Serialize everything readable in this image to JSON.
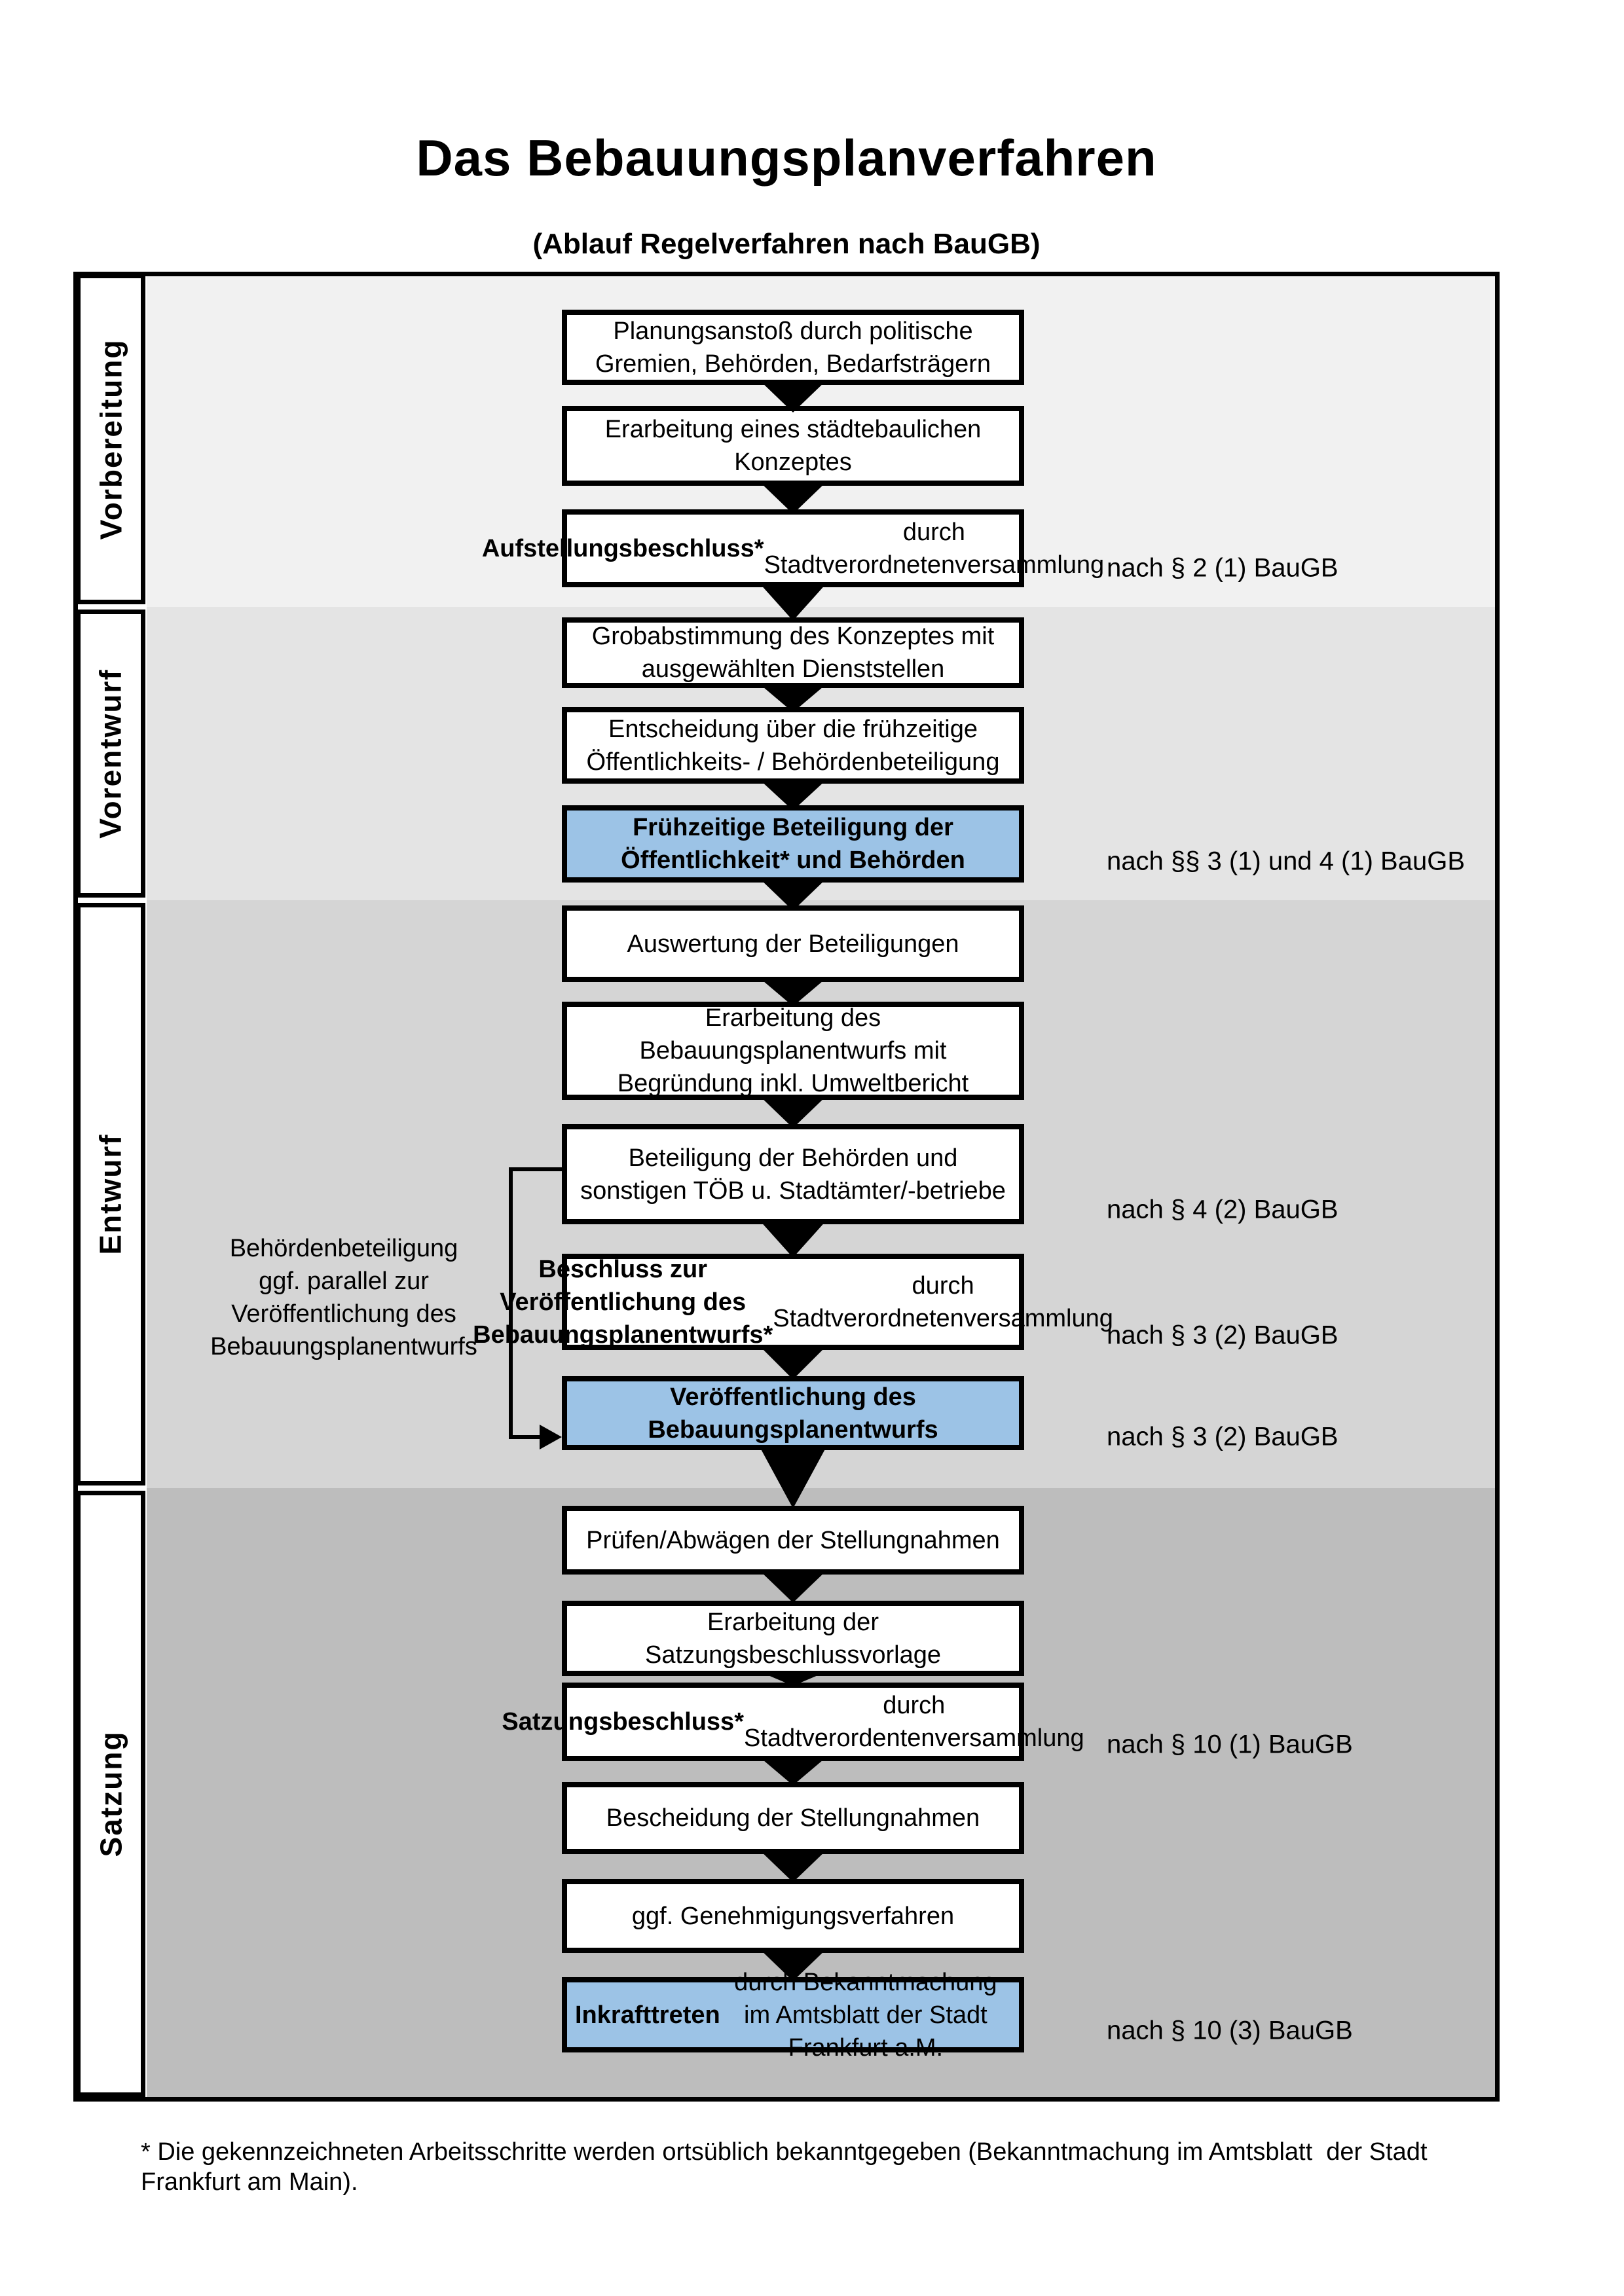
{
  "title": "Das Bebauungsplanverfahren",
  "subtitle": "(Ablauf Regelverfahren nach BauGB)",
  "phases": [
    {
      "label": "Vorbereitung"
    },
    {
      "label": "Vorentwurf"
    },
    {
      "label": "Entwurf"
    },
    {
      "label": "Satzung"
    }
  ],
  "boxes": [
    {
      "bold": "",
      "rest": "Planungsanstoß durch politische\nGremien, Behörden, Bedarfsträgern",
      "highlighted": false
    },
    {
      "bold": "",
      "rest": "Erarbeitung eines städtebaulichen\nKonzeptes",
      "highlighted": false
    },
    {
      "bold": "Aufstellungsbeschluss*",
      "rest": " durch\nStadtverordnetenversammlung",
      "highlighted": false
    },
    {
      "bold": "",
      "rest": "Grobabstimmung des Konzeptes mit\nausgewählten Dienststellen",
      "highlighted": false
    },
    {
      "bold": "",
      "rest": "Entscheidung über die frühzeitige\nÖffentlichkeits- / Behördenbeteiligung",
      "highlighted": false
    },
    {
      "bold": "Frühzeitige Beteiligung der\nÖffentlichkeit* und Behörden",
      "rest": "",
      "highlighted": true
    },
    {
      "bold": "",
      "rest": "Auswertung der Beteiligungen",
      "highlighted": false
    },
    {
      "bold": "",
      "rest": "Erarbeitung des\nBebauungsplanentwurfs mit\nBegründung inkl. Umweltbericht",
      "highlighted": false
    },
    {
      "bold": "",
      "rest": "Beteiligung der Behörden und\nsonstigen TÖB u. Stadtämter/-betriebe",
      "highlighted": false
    },
    {
      "bold": "Beschluss zur Veröffentlichung des\nBebauungsplanentwurfs*",
      "rest": " durch\nStadtverordnetenversammlung",
      "highlighted": false
    },
    {
      "bold": "Veröffentlichung des\nBebauungsplanentwurfs",
      "rest": "",
      "highlighted": true
    },
    {
      "bold": "",
      "rest": "Prüfen/Abwägen der Stellungnahmen",
      "highlighted": false
    },
    {
      "bold": "",
      "rest": "Erarbeitung der\nSatzungsbeschlussvorlage",
      "highlighted": false
    },
    {
      "bold": "Satzungsbeschluss*",
      "rest": " durch\nStadtverordentenversammlung",
      "highlighted": false
    },
    {
      "bold": "",
      "rest": "Bescheidung der Stellungnahmen",
      "highlighted": false
    },
    {
      "bold": "",
      "rest": "ggf. Genehmigungsverfahren",
      "highlighted": false
    },
    {
      "bold": "Inkrafttreten",
      "rest": " durch Bekanntmachung\nim Amtsblatt der Stadt Frankfurt a.M.",
      "highlighted": true
    }
  ],
  "notes": [
    {
      "text": "nach § 2 (1) BauGB"
    },
    {
      "text": "nach §§ 3 (1) und 4 (1) BauGB"
    },
    {
      "text": "nach § 4 (2) BauGB"
    },
    {
      "text": "nach § 3 (2) BauGB"
    },
    {
      "text": "nach § 3 (2) BauGB"
    },
    {
      "text": "nach § 10 (1) BauGB"
    },
    {
      "text": "nach § 10 (3) BauGB"
    }
  ],
  "side_annotation": "Behördenbeteiligung\nggf. parallel zur\nVeröffentlichung des\nBebauungsplanentwurfs",
  "footnote": "* Die gekennzeichneten Arbeitsschritte werden ortsüblich bekanntgegeben (Bekanntmachung im Amtsblatt  der Stadt\nFrankfurt am Main).",
  "colors": {
    "highlight": "#9cc3e6",
    "band_vorbereitung": "#f1f1f1",
    "band_vorentwurf": "#e4e4e4",
    "band_entwurf": "#d5d5d5",
    "band_satzung": "#bdbdbd"
  }
}
